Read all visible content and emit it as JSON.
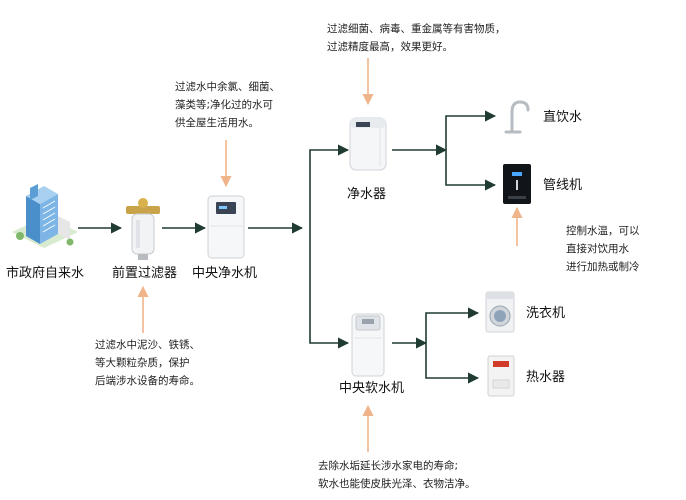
{
  "nodes": {
    "tap_water": "市政府自来水",
    "prefilter": "前置过滤器",
    "central_purifier": "中央净水机",
    "water_purifier": "净水器",
    "central_softener": "中央软水机",
    "direct_drinking": "直饮水",
    "pipeline_machine": "管线机",
    "washing_machine": "洗衣机",
    "water_heater": "热水器"
  },
  "notes": {
    "prefilter": [
      "过滤水中泥沙、铁锈、",
      "等大颗粒杂质，保护",
      "后端涉水设备的寿命。"
    ],
    "central_purifier": [
      "过滤水中余氯、细菌、",
      "藻类等;净化过的水可",
      "供全屋生活用水。"
    ],
    "water_purifier": [
      "过滤细菌、病毒、重金属等有害物质，",
      "过滤精度最高，效果更好。"
    ],
    "pipeline_machine": [
      "控制水温，可以",
      "直接对饮用水",
      "进行加热或制冷"
    ],
    "central_softener": [
      "去除水垢延长涉水家电的寿命;",
      "软水也能使皮肤光泽、衣物洁净。"
    ]
  },
  "colors": {
    "flow_arrow": "#1f3b32",
    "note_arrow": "#f0b48a"
  }
}
